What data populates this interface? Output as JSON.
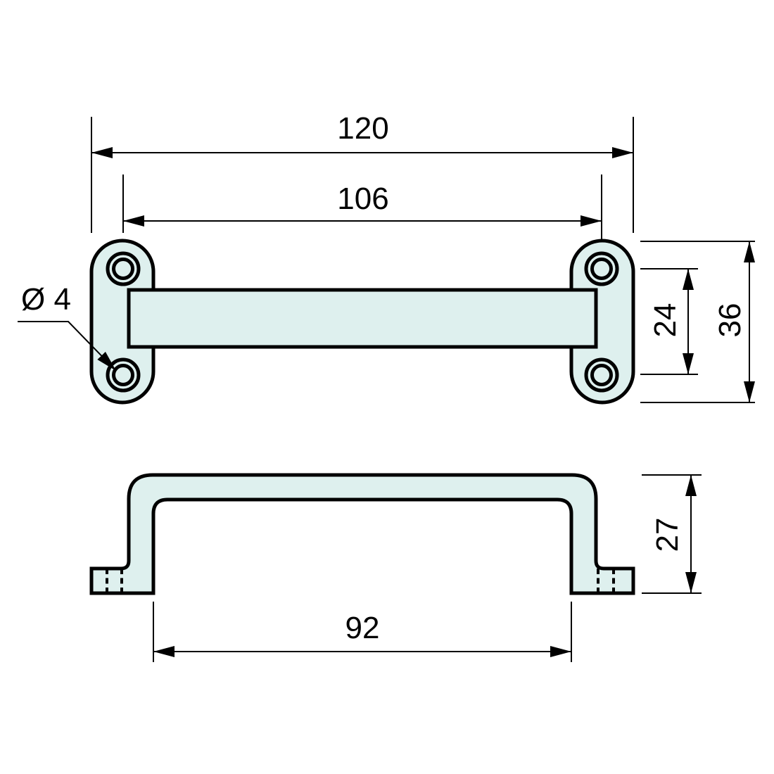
{
  "colors": {
    "background": "#ffffff",
    "part_fill": "#def0ee",
    "line_color": "#000000"
  },
  "dimensions": {
    "overall_width": "120",
    "hole_spacing_horizontal": "106",
    "hole_diameter": "Ø 4",
    "hole_spacing_vertical": "24",
    "end_plate_height": "36",
    "handle_height": "27",
    "inner_span": "92"
  }
}
